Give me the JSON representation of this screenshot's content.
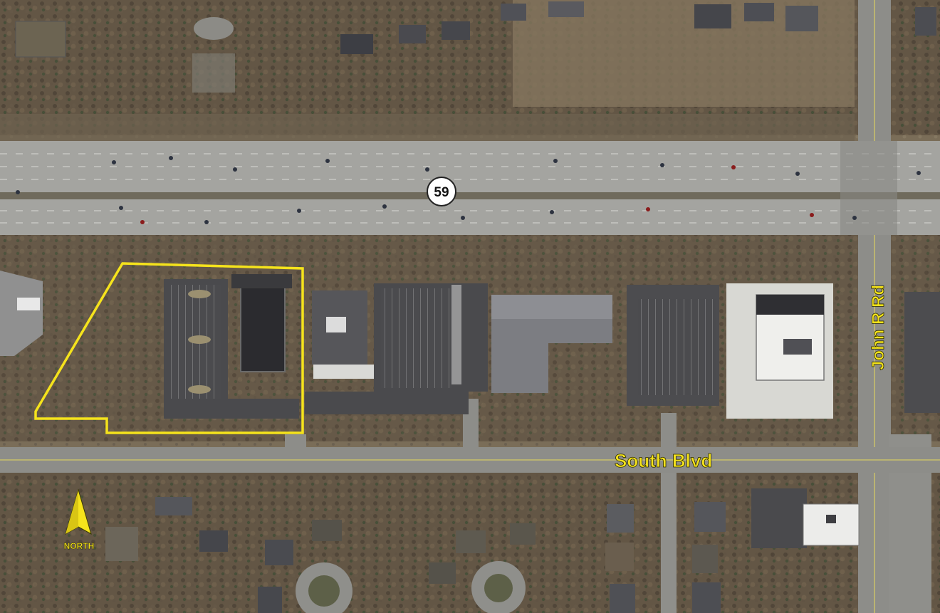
{
  "map": {
    "type": "aerial-site-map",
    "highway_shield": "59",
    "road_labels": {
      "east_west": "South Blvd",
      "north_south": "John R Rd"
    },
    "north_arrow": {
      "label": "NORTH",
      "icon": "north-arrow-icon"
    },
    "site_boundary": {
      "color": "#f5e31c",
      "description_visible": false
    },
    "colors": {
      "label_yellow": "#f5e31c",
      "label_outline": "#2a2a00",
      "highway": "#9a9a96",
      "road": "#8a8a86",
      "parking": "#4a4a4c",
      "roof_dark": "#2b2b2e",
      "roof_light": "#e4e4e0",
      "vegetation": "#5d5140"
    }
  }
}
